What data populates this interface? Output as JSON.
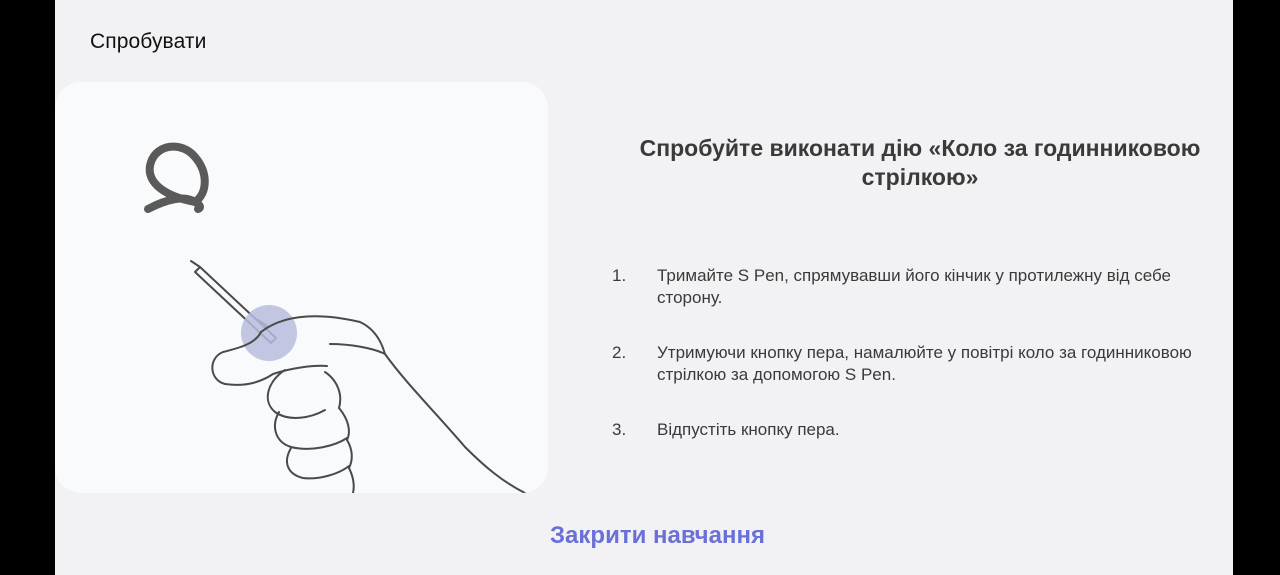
{
  "header": {
    "title": "Спробувати"
  },
  "illustration": {
    "gesture_icon": "clockwise-loop-gesture-icon",
    "pen_icon": "s-pen-in-hand-icon",
    "highlight_color": "#b9bcde",
    "stroke_color": "#4a4a4a"
  },
  "instructions": {
    "title": "Спробуйте виконати дію «Коло за годинниковою стрілкою»",
    "steps": [
      {
        "number": "1.",
        "text": "Тримайте S Pen, спрямувавши його кінчик у протилежну від себе сторону."
      },
      {
        "number": "2.",
        "text": "Утримуючи кнопку пера, намалюйте у повітрі коло за годинниковою стрілкою за допомогою S Pen."
      },
      {
        "number": "3.",
        "text": "Відпустіть кнопку пера."
      }
    ]
  },
  "footer": {
    "close_label": "Закрити навчання"
  },
  "colors": {
    "background": "#f2f2f4",
    "card": "#f9fafb",
    "accent": "#6b6fd8",
    "text": "#3a3a3a"
  }
}
